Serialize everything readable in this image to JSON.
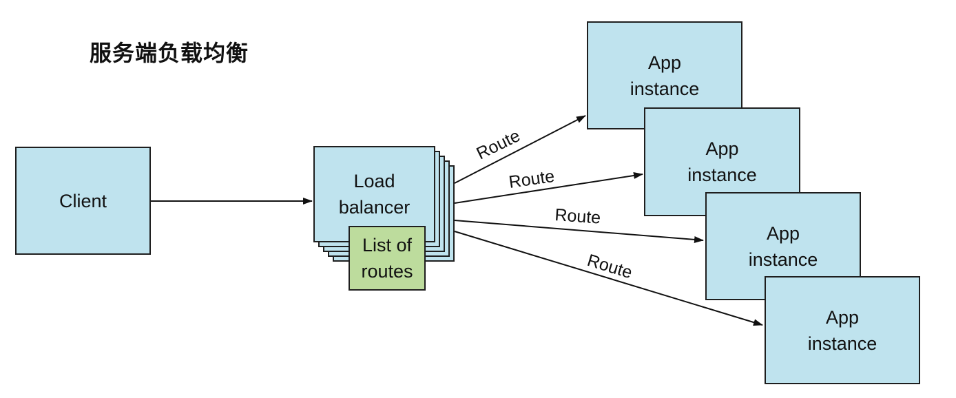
{
  "title": "服务端负载均衡",
  "client": {
    "label": "Client"
  },
  "load_balancer": {
    "label": "Load\nbalancer"
  },
  "route_list": {
    "label": "List of\nroutes"
  },
  "app_instances": [
    {
      "label": "App\ninstance"
    },
    {
      "label": "App\ninstance"
    },
    {
      "label": "App\ninstance"
    },
    {
      "label": "App\ninstance"
    }
  ],
  "routes": [
    {
      "label": "Route"
    },
    {
      "label": "Route"
    },
    {
      "label": "Route"
    },
    {
      "label": "Route"
    }
  ],
  "colors": {
    "box_fill": "#bfe3ee",
    "route_list_fill": "#bddc9d",
    "stroke": "#1e1e1e"
  }
}
